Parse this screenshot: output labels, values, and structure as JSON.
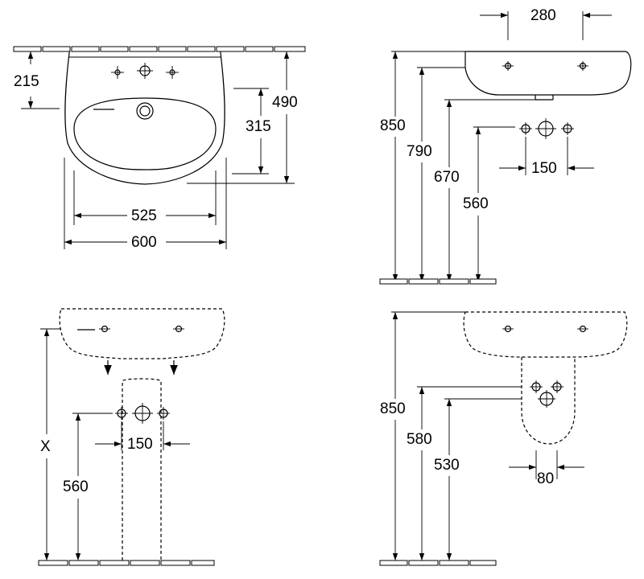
{
  "views": {
    "front_top": {
      "dims": [
        "215",
        "490",
        "315",
        "525",
        "600"
      ]
    },
    "side_top": {
      "dims": [
        "280",
        "850",
        "790",
        "670",
        "560",
        "150"
      ]
    },
    "front_bottom": {
      "dims": [
        "X",
        "560",
        "150"
      ]
    },
    "side_bottom": {
      "dims": [
        "850",
        "580",
        "530",
        "80"
      ]
    }
  },
  "colors": {
    "line": "#000000",
    "background": "#ffffff"
  }
}
